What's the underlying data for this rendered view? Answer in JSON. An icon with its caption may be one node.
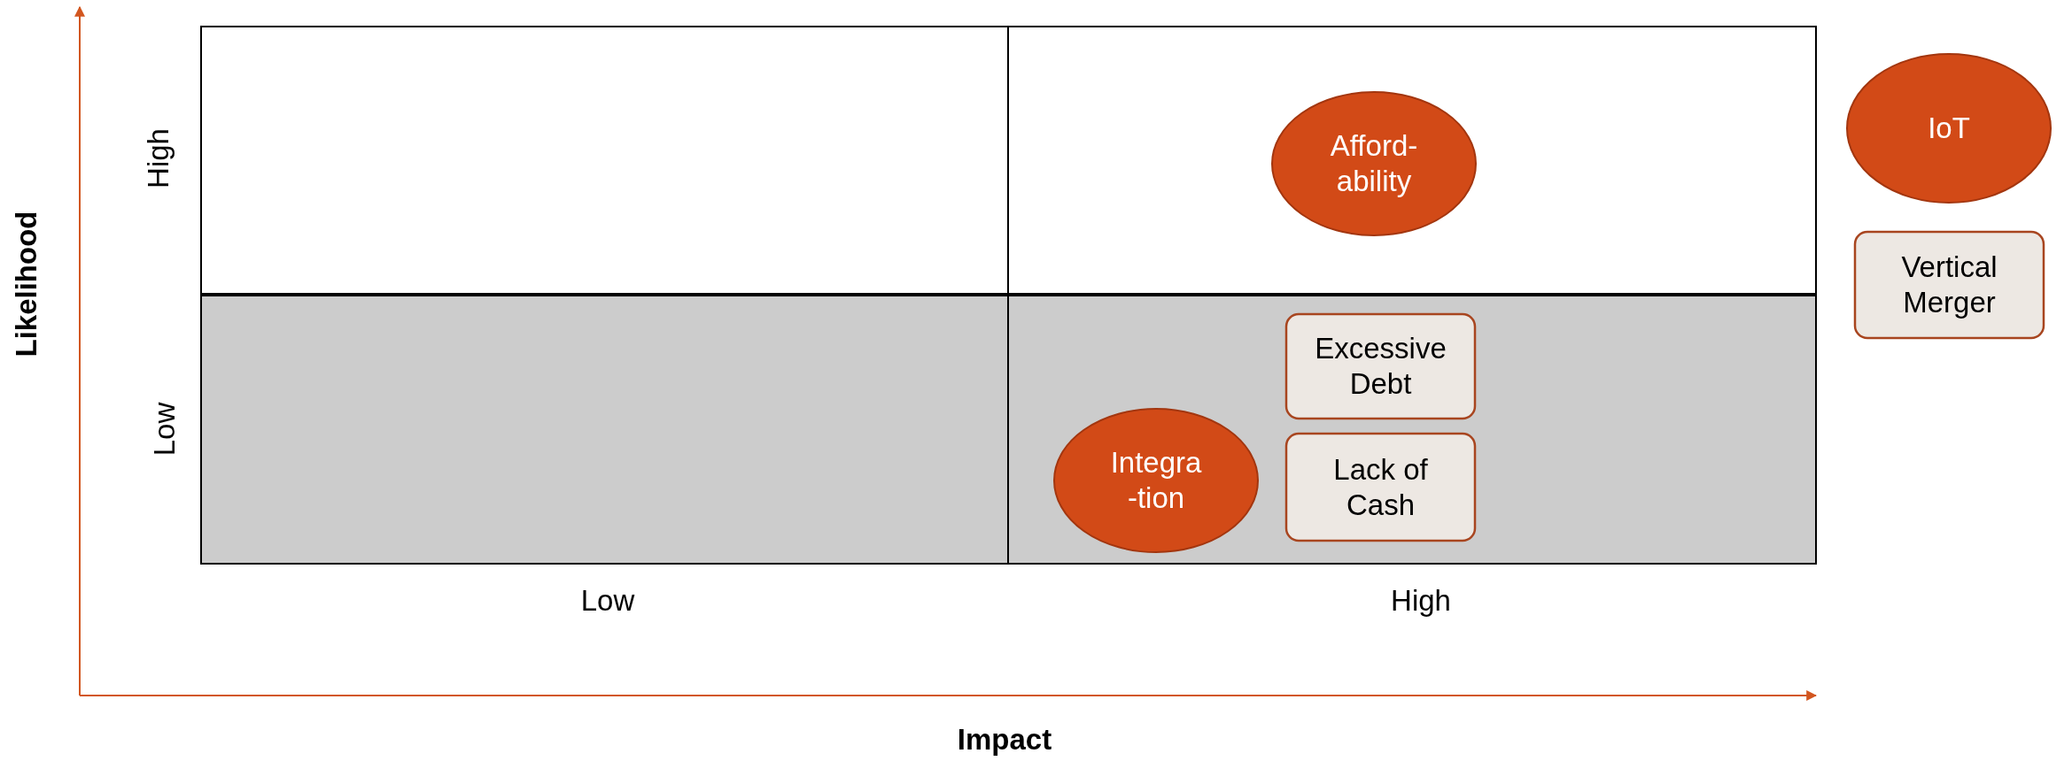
{
  "diagram": {
    "nodes": [
      {
        "text": [
          "Afford- ability"
        ]
      },
      {
        "text": [
          "IoT"
        ]
      },
      {
        "text": [
          "Vertical Merger"
        ]
      },
      {
        "text": [
          "Excessive Debt"
        ]
      },
      {
        "text": [
          "Lack of Cash"
        ]
      },
      {
        "text": [
          "Integra -tion"
        ]
      }
    ],
    "labels": [
      "Likelihood",
      "High",
      "Low",
      "Low",
      "High",
      "Impact"
    ]
  }
}
